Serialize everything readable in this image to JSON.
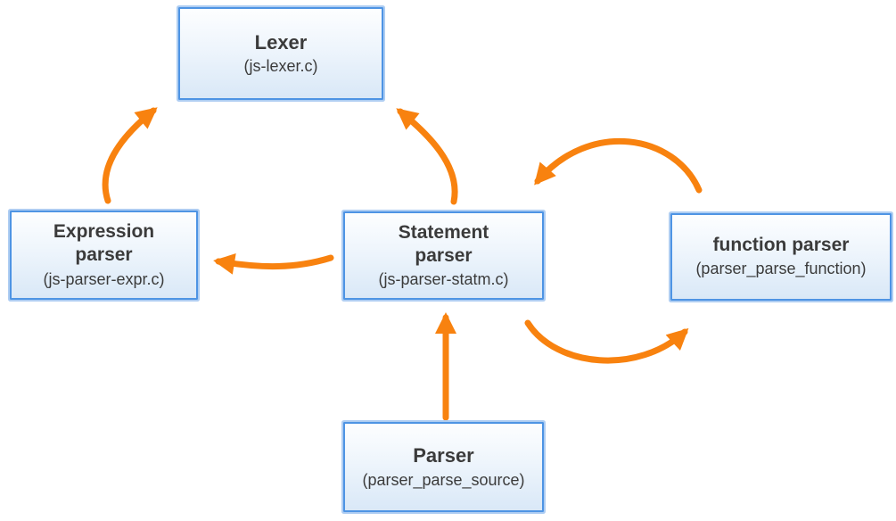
{
  "diagram": {
    "nodes": [
      {
        "id": "lexer",
        "title": "Lexer",
        "subtitle": "(js-lexer.c)"
      },
      {
        "id": "expression-parser",
        "title": "Expression parser",
        "subtitle": "(js-parser-expr.c)"
      },
      {
        "id": "statement-parser",
        "title": "Statement parser",
        "subtitle": "(js-parser-statm.c)"
      },
      {
        "id": "function-parser",
        "title": "function parser",
        "subtitle": "(parser_parse_function)"
      },
      {
        "id": "parser",
        "title": "Parser",
        "subtitle": "(parser_parse_source)"
      }
    ],
    "edges": [
      {
        "from": "expression-parser",
        "to": "lexer"
      },
      {
        "from": "statement-parser",
        "to": "lexer"
      },
      {
        "from": "statement-parser",
        "to": "expression-parser"
      },
      {
        "from": "function-parser",
        "to": "statement-parser"
      },
      {
        "from": "statement-parser",
        "to": "function-parser"
      },
      {
        "from": "parser",
        "to": "statement-parser"
      }
    ],
    "colors": {
      "arrow": "#f8820f",
      "box_border": "#4e94e4",
      "box_outer_glow": "#aecdf2",
      "box_fill_top": "#fdfeff",
      "box_fill_bottom": "#d9e8f7",
      "text": "#3b3b3b"
    }
  }
}
